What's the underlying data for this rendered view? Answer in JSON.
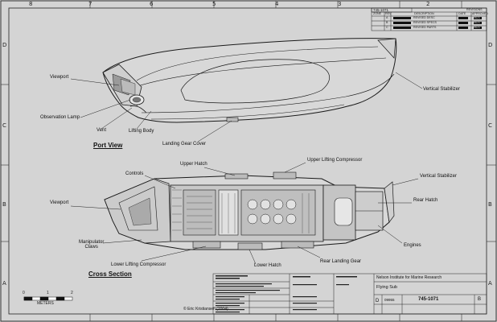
{
  "drawing": {
    "number_top": "745-1071",
    "revision_block": {
      "title": "REVISIONS",
      "headers": [
        "ZONE",
        "REV",
        "DESCRIPTION",
        "DATE",
        "APPROVED"
      ],
      "rows": [
        [
          "A",
          "",
          "REVISED DESC",
          "",
          "NCS"
        ],
        [
          "B",
          "",
          "REVISED SPECS",
          "",
          "NCS"
        ],
        [
          "C",
          "",
          "REVISED PARTS",
          "",
          "NCS"
        ]
      ]
    },
    "zones_top": [
      "8",
      "7",
      "6",
      "5",
      "4",
      "3",
      "2",
      "1"
    ],
    "zones_side": [
      "D",
      "C",
      "B",
      "A"
    ]
  },
  "port_view": {
    "title": "Port View",
    "labels": {
      "viewport": "Viewport",
      "observation_lamp": "Observation Lamp",
      "vent": "Vent",
      "lifting_body": "Lifting Body",
      "landing_gear_cover": "Landing Gear Cover",
      "vertical_stabilizer": "Vertical Stabilizer"
    }
  },
  "cross_section": {
    "title": "Cross Section",
    "labels": {
      "upper_hatch": "Upper Hatch",
      "upper_lifting_compressor": "Upper Lifting Compressor",
      "controls": "Controls",
      "vertical_stabilizer": "Vertical Stabilizer",
      "viewport": "Viewport",
      "rear_hatch": "Rear Hatch",
      "engines": "Engines",
      "manipulator_claws": "Manipulator\nClaws",
      "lower_lifting_compressor": "Lower Lifting Compressor",
      "lower_hatch": "Lower Hatch",
      "rear_landing_gear": "Rear Landing Gear"
    }
  },
  "scale": {
    "ticks": [
      "0",
      "1",
      "2"
    ],
    "unit": "METERS"
  },
  "copyright": "© Eric Kristiansen (2004)",
  "title_block": {
    "organization": "Nelson Institute for Marine Research",
    "title": "Flying Sub",
    "size": "D",
    "cage_code": "09955",
    "drawing_no": "745-1071",
    "rev": "B"
  }
}
